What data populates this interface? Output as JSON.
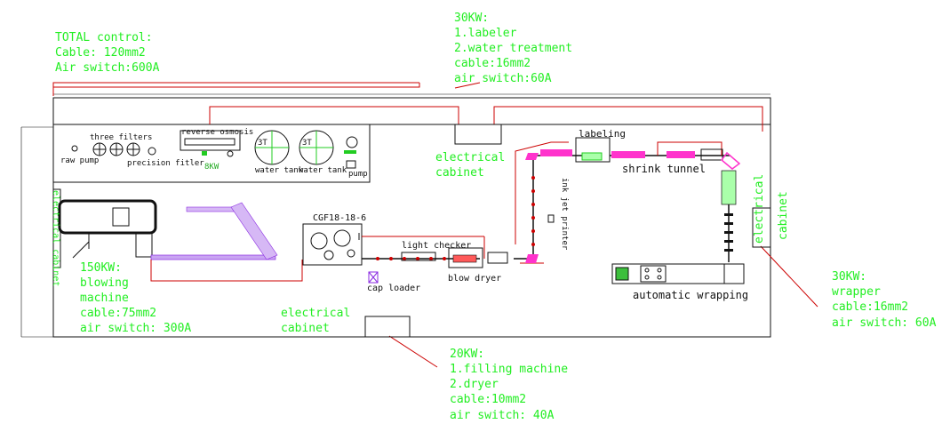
{
  "colors": {
    "annotation": "#22ee22",
    "line": "#111111",
    "power_line": "#cc0000",
    "conveyor": "#8a2be2",
    "bottle": "#ff33cc"
  },
  "power": {
    "total": [
      "TOTAL control:",
      "Cable: 120mm2",
      "Air switch:600A"
    ],
    "labeler": [
      "30KW:",
      "1.labeler",
      "2.water treatment",
      "cable:16mm2",
      "air switch:60A"
    ],
    "blowing": [
      "150KW:",
      "blowing",
      "machine",
      "cable:75mm2",
      "air switch: 300A"
    ],
    "filling": [
      "20KW:",
      "1.filling machine",
      "2.dryer",
      "cable:10mm2",
      "air switch: 40A"
    ],
    "wrapper": [
      "30KW:",
      "wrapper",
      "cable:16mm2",
      "air switch: 60A"
    ]
  },
  "cabinets": {
    "top": [
      "electrical",
      "cabinet"
    ],
    "bottom": [
      "electrical",
      "cabinet"
    ],
    "left": "electrical cabinet",
    "right": [
      "electrical",
      "cabinet"
    ]
  },
  "water": {
    "three_filters": "three filters",
    "raw_pump": "raw pump",
    "precision": "precision fitler",
    "reverse_osmosis": "reverse osmosis",
    "power_8kw": "8KW",
    "tank_label": "water tank",
    "tank_capacity": "3T",
    "pump": "pump"
  },
  "machines": {
    "filler_model": "CGF18-18-6",
    "light_checker": "light checker",
    "cap_loader": "cap loader",
    "blow_dryer": "blow dryer",
    "labeling": "labeling",
    "shrink_tunnel": "shrink tunnel",
    "ink_jet": "ink jet printer",
    "wrapping": "automatic wrapping"
  }
}
